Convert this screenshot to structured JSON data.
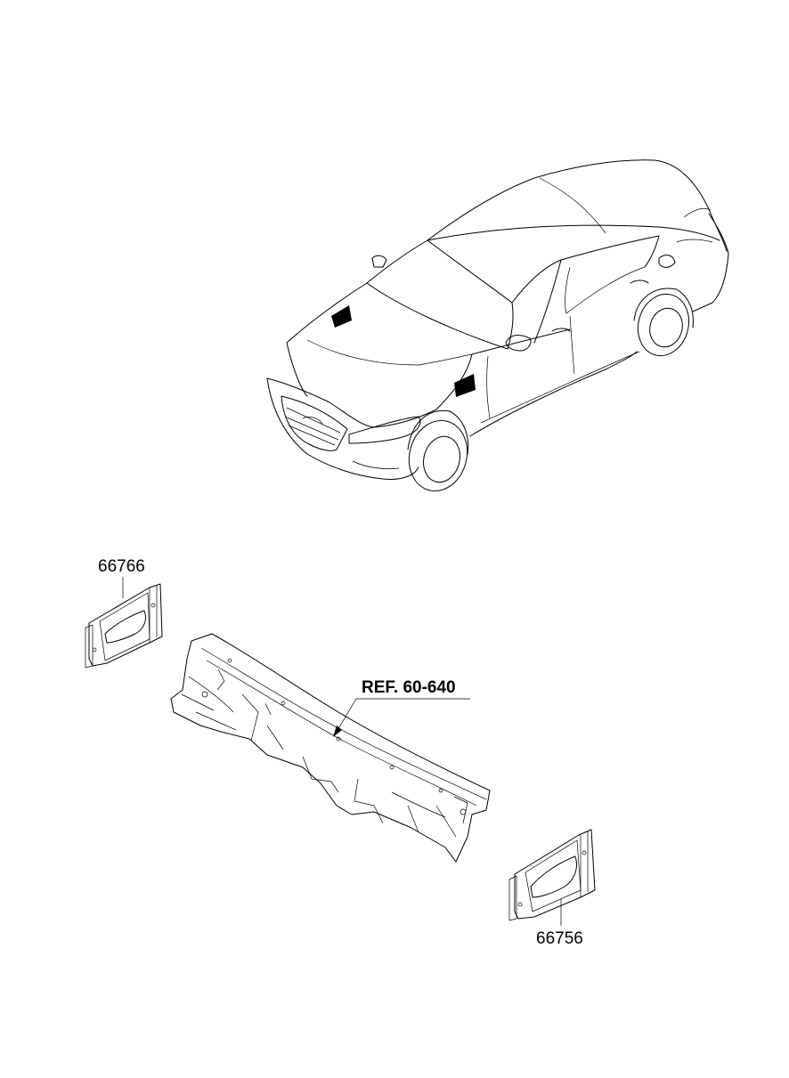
{
  "diagram": {
    "callouts": [
      {
        "id": "part-66766",
        "label": "66766"
      },
      {
        "id": "part-66756",
        "label": "66756"
      },
      {
        "id": "ref-cowl",
        "label": "REF. 60-640"
      }
    ]
  }
}
